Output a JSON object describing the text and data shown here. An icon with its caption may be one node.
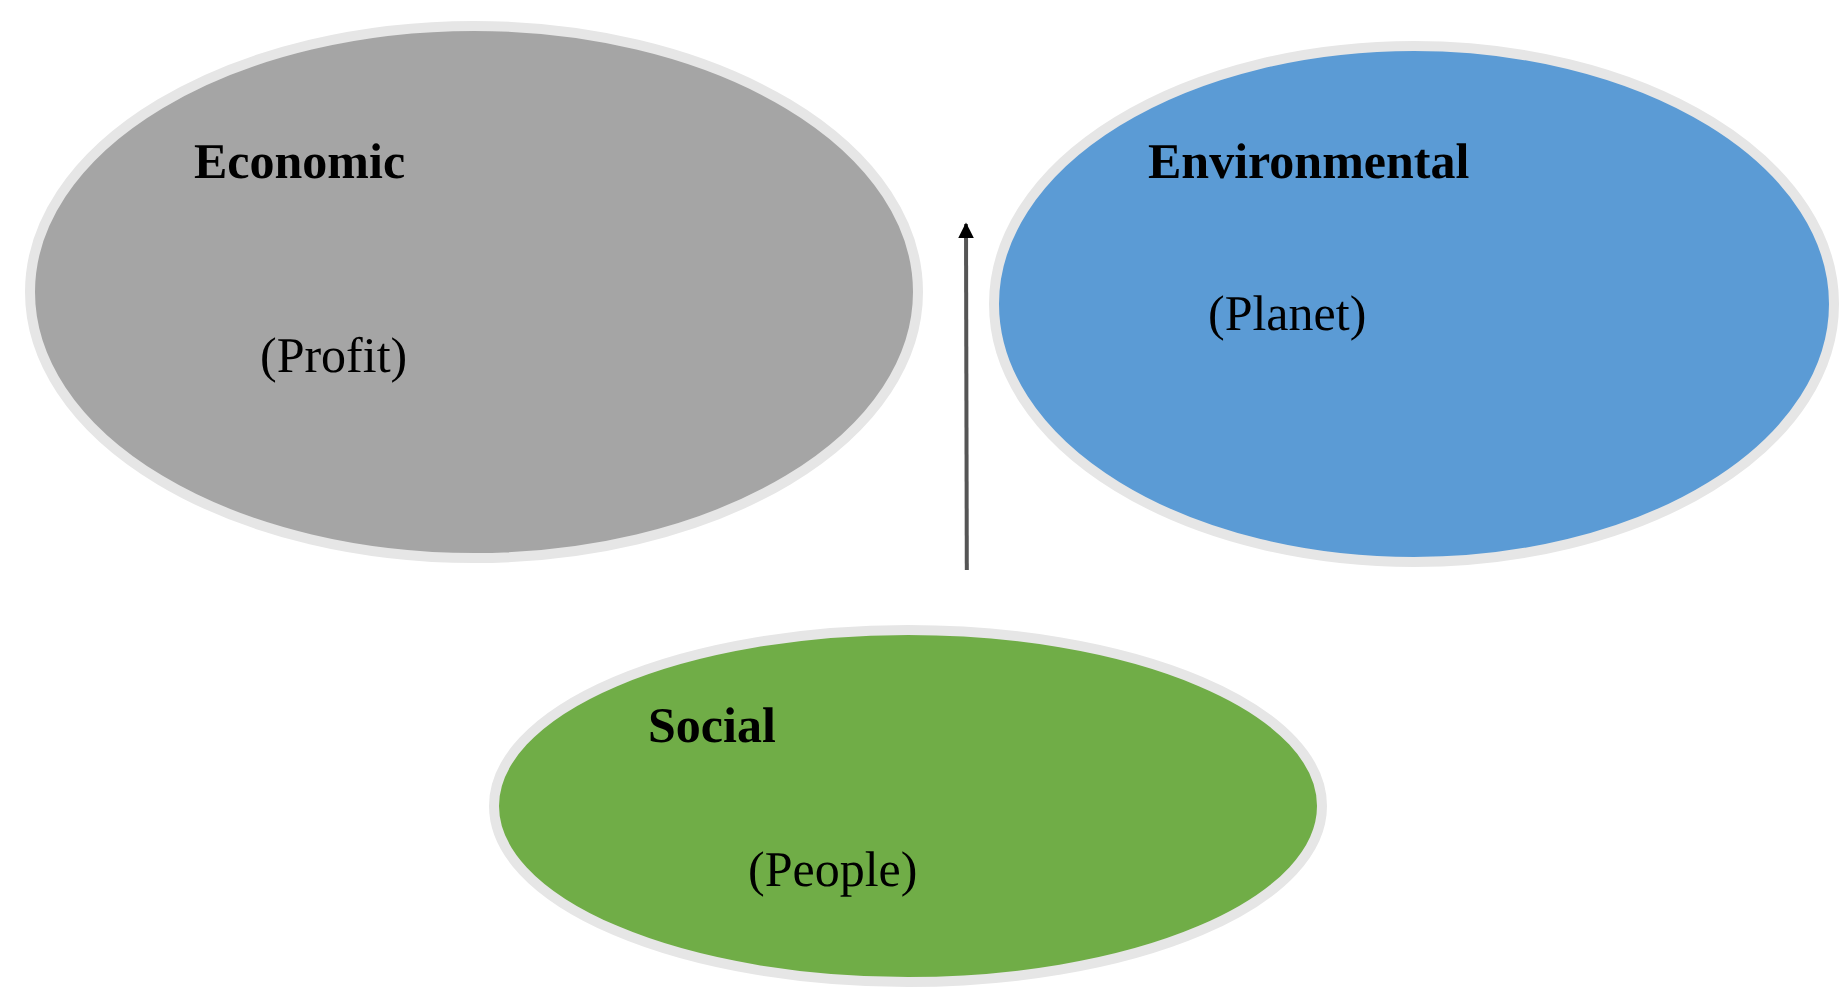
{
  "diagram": {
    "nodes": [
      {
        "text": [
          "Economic",
          "(Profit)"
        ]
      },
      {
        "text": [
          "Environmental",
          "(Planet)"
        ]
      },
      {
        "text": [
          "Social",
          "(People)"
        ]
      }
    ],
    "edges": [
      {
        "from": 2,
        "to": 1,
        "arrow": "to"
      }
    ]
  }
}
